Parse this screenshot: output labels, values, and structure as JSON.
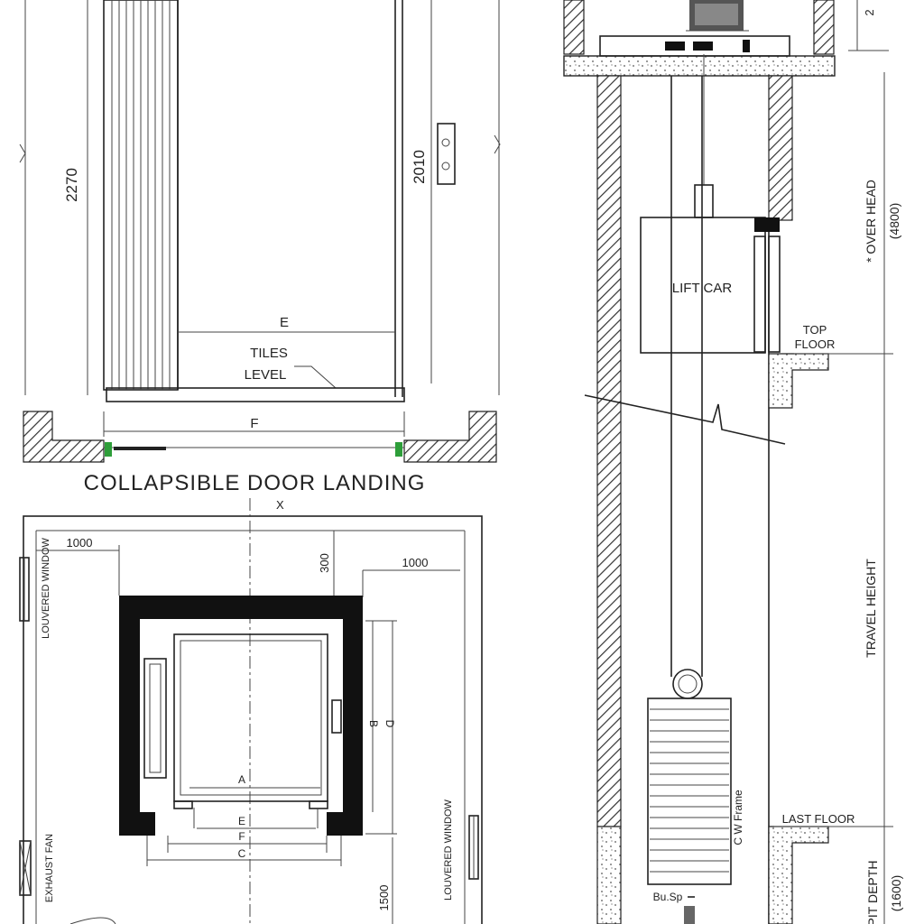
{
  "elevation_left": {
    "dim_2270": "2270",
    "dim_2010": "2010",
    "dim_E": "E",
    "dim_F": "F",
    "tiles_line1": "TILES",
    "tiles_line2": "LEVEL",
    "title": "COLLAPSIBLE DOOR LANDING"
  },
  "plan": {
    "axis_x": "X",
    "dim_1000_left": "1000",
    "dim_1000_right": "1000",
    "dim_300": "300",
    "dim_1500": "1500",
    "louvered_window_left": "LOUVERED WINDOW",
    "louvered_window_right": "LOUVERED WINDOW",
    "exhaust_fan": "EXHAUST FAN",
    "dim_A": "A",
    "dim_B": "B",
    "dim_C": "C",
    "dim_D": "D",
    "dim_E": "E",
    "dim_F": "F"
  },
  "section": {
    "lift_car": "LIFT CAR",
    "top_floor_1": "TOP",
    "top_floor_2": "FLOOR",
    "over_head": "* OVER HEAD",
    "over_head_value": "(4800)",
    "travel_height": "TRAVEL HEIGHT",
    "last_floor": "LAST FLOOR",
    "cw_frame": "C W Frame",
    "buffer": "Bu.Sp",
    "pit_depth": "PIT DEPTH",
    "pit_depth_value": "(1600)",
    "dim_top": "2"
  },
  "colors": {
    "line": "#222222",
    "accent": "#2e9e3a",
    "hatch": "#444444"
  }
}
